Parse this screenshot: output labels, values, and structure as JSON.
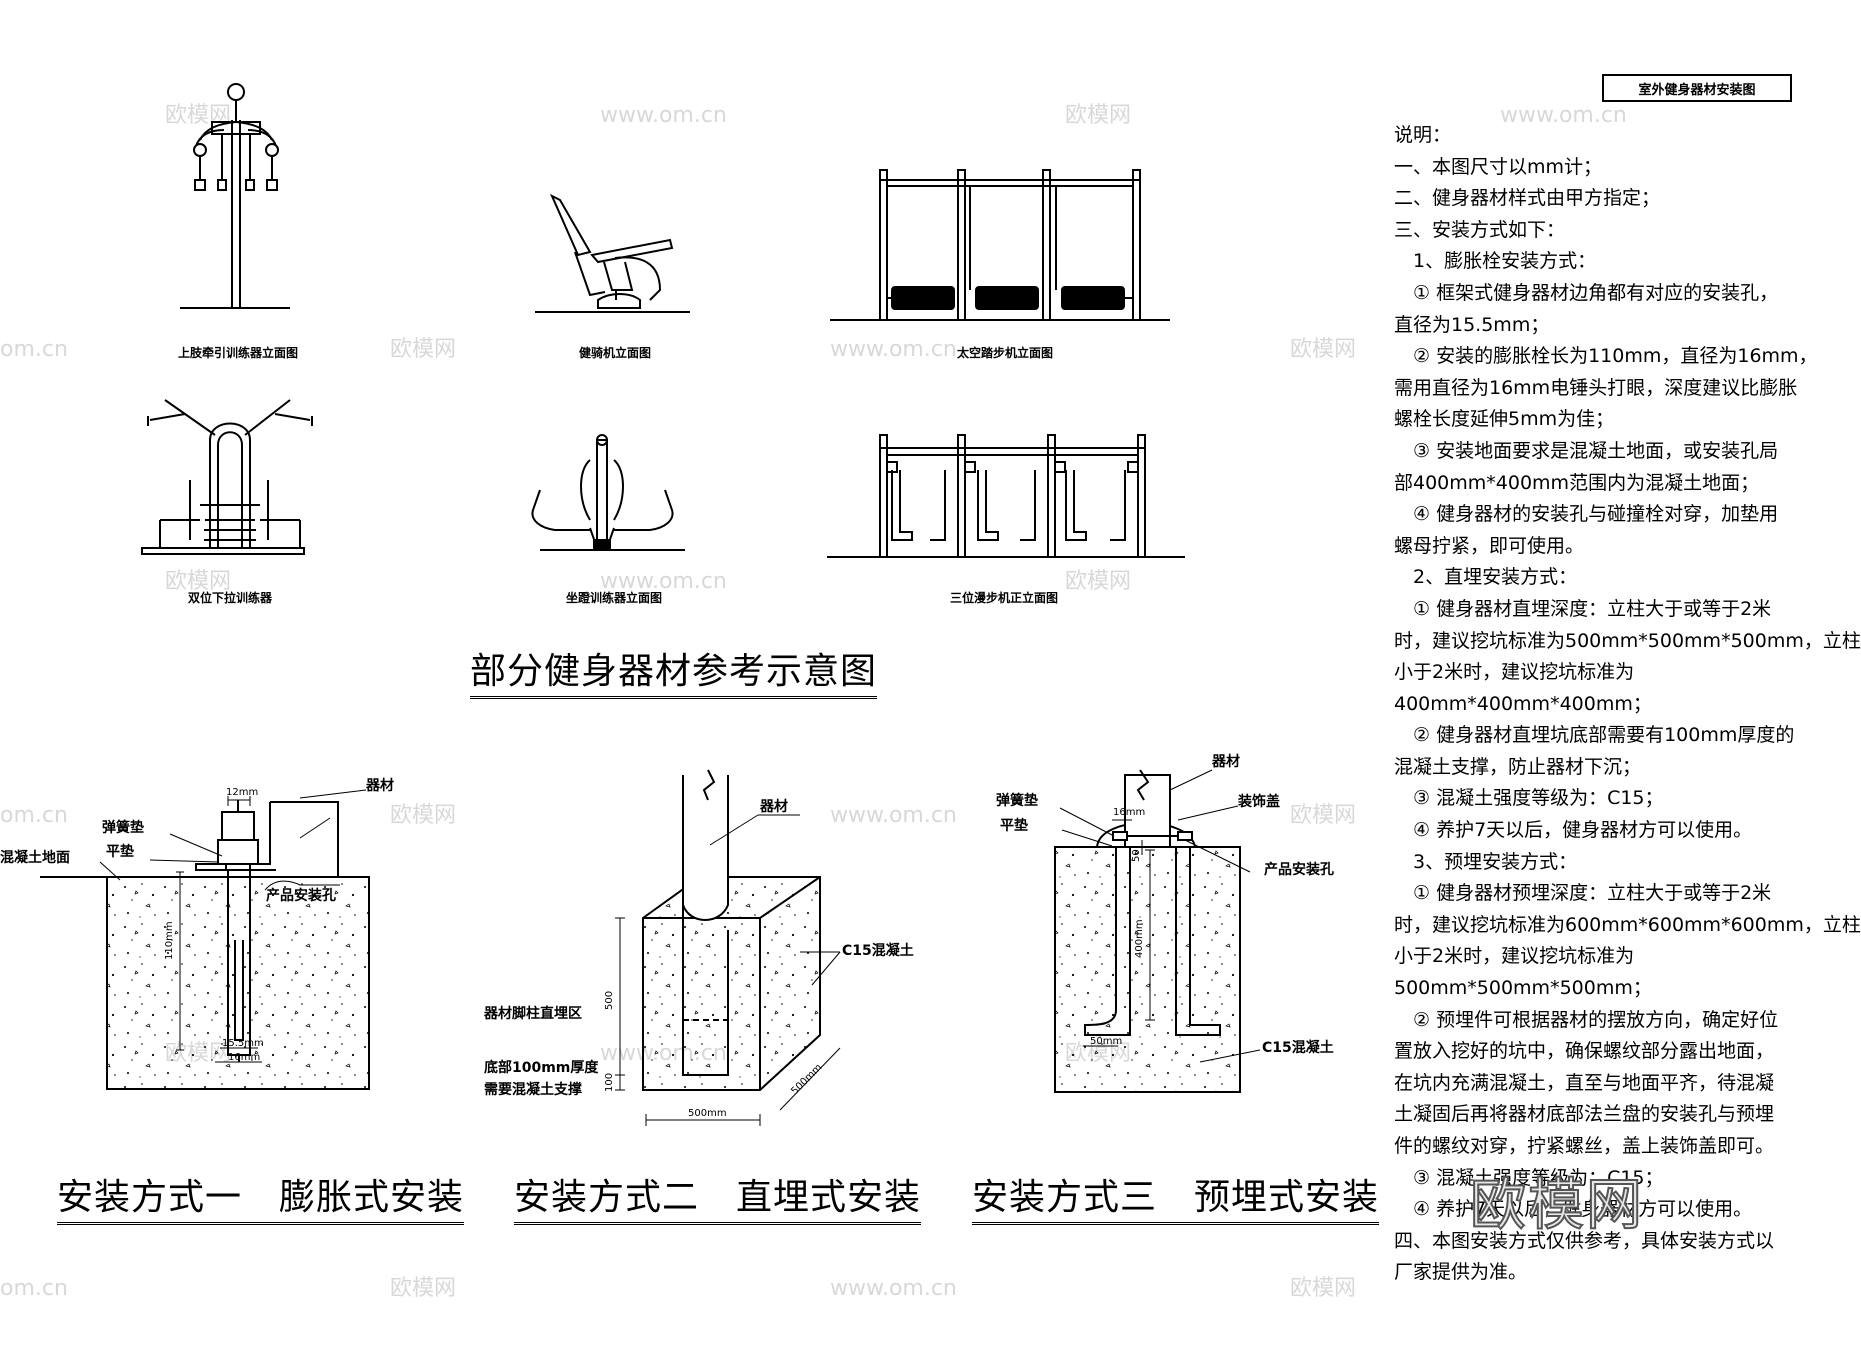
{
  "sheet": {
    "title_block": "室外健身器材安装图",
    "section_heading": "部分健身器材参考示意图",
    "watermark_text": "欧模网",
    "watermark_url": "www.om.cn",
    "watermark_short": "om.cn"
  },
  "equipment": [
    {
      "caption": "上肢牵引训练器立面图",
      "icon": "upper-limb-trainer-drawing"
    },
    {
      "caption": "健骑机立面图",
      "icon": "riding-machine-drawing"
    },
    {
      "caption": "太空踏步机立面图",
      "icon": "space-walker-drawing"
    },
    {
      "caption": "双位下拉训练器",
      "icon": "double-pulldown-trainer-drawing"
    },
    {
      "caption": "坐蹬训练器立面图",
      "icon": "seated-push-trainer-drawing"
    },
    {
      "caption": "三位漫步机正立面图",
      "icon": "triple-walker-drawing"
    }
  ],
  "methods": [
    {
      "title": "安装方式一　膨胀式安装",
      "labels": {
        "equipment": "器材",
        "spring_washer": "弹簧垫",
        "flat_washer": "平垫",
        "ground": "混凝土地面",
        "hole": "产品安装孔"
      },
      "dims": {
        "top": "12mm",
        "depth": "110mm",
        "hole_dia": "15.5mm",
        "bolt_dia": "16mm"
      }
    },
    {
      "title": "安装方式二　直埋式安装",
      "labels": {
        "equipment": "器材",
        "concrete": "C15混凝土",
        "zone": "器材脚柱直埋区",
        "base1": "底部100mm厚度",
        "base2": "需要混凝土支撑"
      },
      "dims": {
        "height": "500",
        "base": "100",
        "width": "500mm",
        "depth": "500mm"
      }
    },
    {
      "title": "安装方式三　预埋式安装",
      "labels": {
        "equipment": "器材",
        "spring_washer": "弹簧垫",
        "flat_washer": "平垫",
        "cover": "装饰盖",
        "hole": "产品安装孔",
        "concrete": "C15混凝土"
      },
      "dims": {
        "top": "16mm",
        "gap": "50",
        "depth": "400mm",
        "bend": "50mm"
      }
    }
  ],
  "notes": [
    "说明：",
    "一、本图尺寸以mm计；",
    "二、健身器材样式由甲方指定；",
    "三、安装方式如下：",
    "　1、膨胀栓安装方式：",
    "　① 框架式健身器材边角都有对应的安装孔，",
    "直径为15.5mm；",
    "　② 安装的膨胀栓长为110mm，直径为16mm，",
    "需用直径为16mm电锤头打眼，深度建议比膨胀",
    "螺栓长度延伸5mm为佳；",
    "　③ 安装地面要求是混凝土地面，或安装孔局",
    "部400mm*400mm范围内为混凝土地面；",
    "　④ 健身器材的安装孔与碰撞栓对穿，加垫用",
    "螺母拧紧，即可使用。",
    "　2、直埋安装方式：",
    "　① 健身器材直埋深度：立柱大于或等于2米",
    "时，建议挖坑标准为500mm*500mm*500mm，立柱",
    "小于2米时，建议挖坑标准为",
    "400mm*400mm*400mm；",
    "　② 健身器材直埋坑底部需要有100mm厚度的",
    "混凝土支撑，防止器材下沉；",
    "　③ 混凝土强度等级为：C15；",
    "　④ 养护7天以后，健身器材方可以使用。",
    "　3、预埋安装方式：",
    "　① 健身器材预埋深度：立柱大于或等于2米",
    "时，建议挖坑标准为600mm*600mm*600mm，立柱",
    "小于2米时，建议挖坑标准为",
    "500mm*500mm*500mm；",
    "　② 预埋件可根据器材的摆放方向，确定好位",
    "置放入挖好的坑中，确保螺纹部分露出地面，",
    "在坑内充满混凝土，直至与地面平齐，待混凝",
    "土凝固后再将器材底部法兰盘的安装孔与预埋",
    "件的螺纹对穿，拧紧螺丝，盖上装饰盖即可。",
    "　③ 混凝土强度等级为：C15；",
    "　④ 养护7天以后，健身器材方可以使用。",
    "四、本图安装方式仅供参考，具体安装方式以",
    "厂家提供为准。"
  ]
}
